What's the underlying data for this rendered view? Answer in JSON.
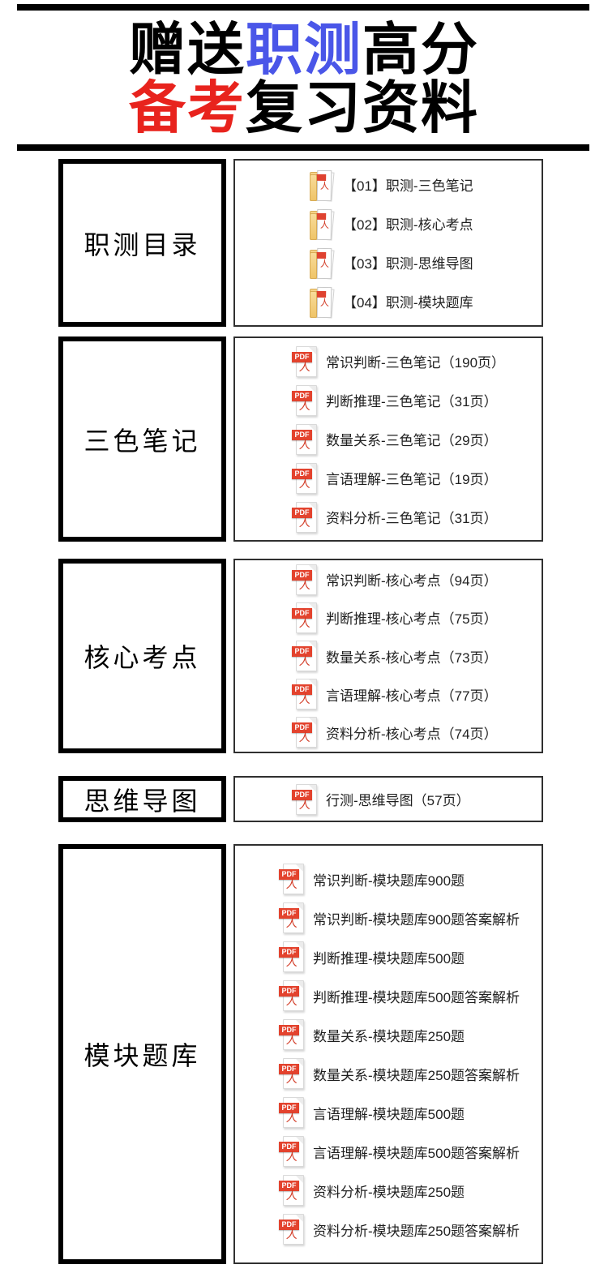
{
  "theme": {
    "accent_blue": "#4a56e8",
    "accent_red": "#e8231d",
    "pdf_red": "#e3432e",
    "folder_yellow": "#f6d388",
    "bar_black": "#000000"
  },
  "title": {
    "l1_black1": "赠送",
    "l1_blue": "职测",
    "l1_black2": "高分",
    "l2_red": "备考",
    "l2_black": "复习资料"
  },
  "pdf_icon": {
    "badge": "PDF",
    "glyph": "人"
  },
  "sections": [
    {
      "label": "职测目录",
      "items": [
        "【01】职测-三色笔记",
        "【02】职测-核心考点",
        "【03】职测-思维导图",
        "【04】职测-模块题库"
      ]
    },
    {
      "label": "三色笔记",
      "items": [
        "常识判断-三色笔记（190页）",
        "判断推理-三色笔记（31页）",
        "数量关系-三色笔记（29页）",
        "言语理解-三色笔记（19页）",
        "资料分析-三色笔记（31页）"
      ]
    },
    {
      "label": "核心考点",
      "items": [
        "常识判断-核心考点（94页）",
        "判断推理-核心考点（75页）",
        "数量关系-核心考点（73页）",
        "言语理解-核心考点（77页）",
        "资料分析-核心考点（74页）"
      ]
    },
    {
      "label": "思维导图",
      "items": [
        "行测-思维导图（57页）"
      ]
    },
    {
      "label": "模块题库",
      "items": [
        "常识判断-模块题库900题",
        "常识判断-模块题库900题答案解析",
        "判断推理-模块题库500题",
        "判断推理-模块题库500题答案解析",
        "数量关系-模块题库250题",
        "数量关系-模块题库250题答案解析",
        "言语理解-模块题库500题",
        "言语理解-模块题库500题答案解析",
        "资料分析-模块题库250题",
        "资料分析-模块题库250题答案解析"
      ]
    }
  ]
}
